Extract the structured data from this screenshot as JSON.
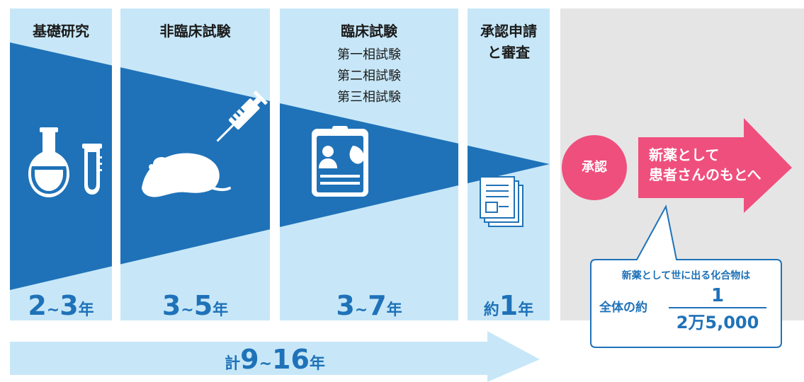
{
  "stages": [
    {
      "name": "基礎研究",
      "dur_a": "2",
      "tilde": "~",
      "dur_b": "3",
      "unit": "年"
    },
    {
      "name": "非臨床試験",
      "dur_a": "3",
      "tilde": "~",
      "dur_b": "5",
      "unit": "年"
    },
    {
      "name": "臨床試験",
      "phases": [
        "第一相試験",
        "第二相試験",
        "第三相試験"
      ],
      "dur_a": "3",
      "tilde": "~",
      "dur_b": "7",
      "unit": "年"
    },
    {
      "name_line1": "承認申請",
      "name_line2": "と審査",
      "prefix": "約",
      "dur": "1",
      "unit": "年"
    }
  ],
  "approval": {
    "label": "承認"
  },
  "outcome": {
    "line1": "新薬として",
    "line2": "患者さんのもとへ"
  },
  "callout": {
    "text": "新薬として世に出る化合物は",
    "prefix": "全体の約",
    "numerator": "1",
    "denominator": "2万5,000"
  },
  "total": {
    "prefix": "計",
    "a": "9",
    "tilde": "~",
    "b": "16",
    "unit": "年"
  },
  "colors": {
    "light_blue": "#c7e7f8",
    "dark_blue": "#1f72b8",
    "pink": "#ef4f7d",
    "gray": "#e5e5e6",
    "text": "#1b1b1b"
  },
  "icons": [
    "flask-icon",
    "test-tube-icon",
    "mouse-icon",
    "syringe-icon",
    "id-card-icon",
    "documents-icon"
  ]
}
